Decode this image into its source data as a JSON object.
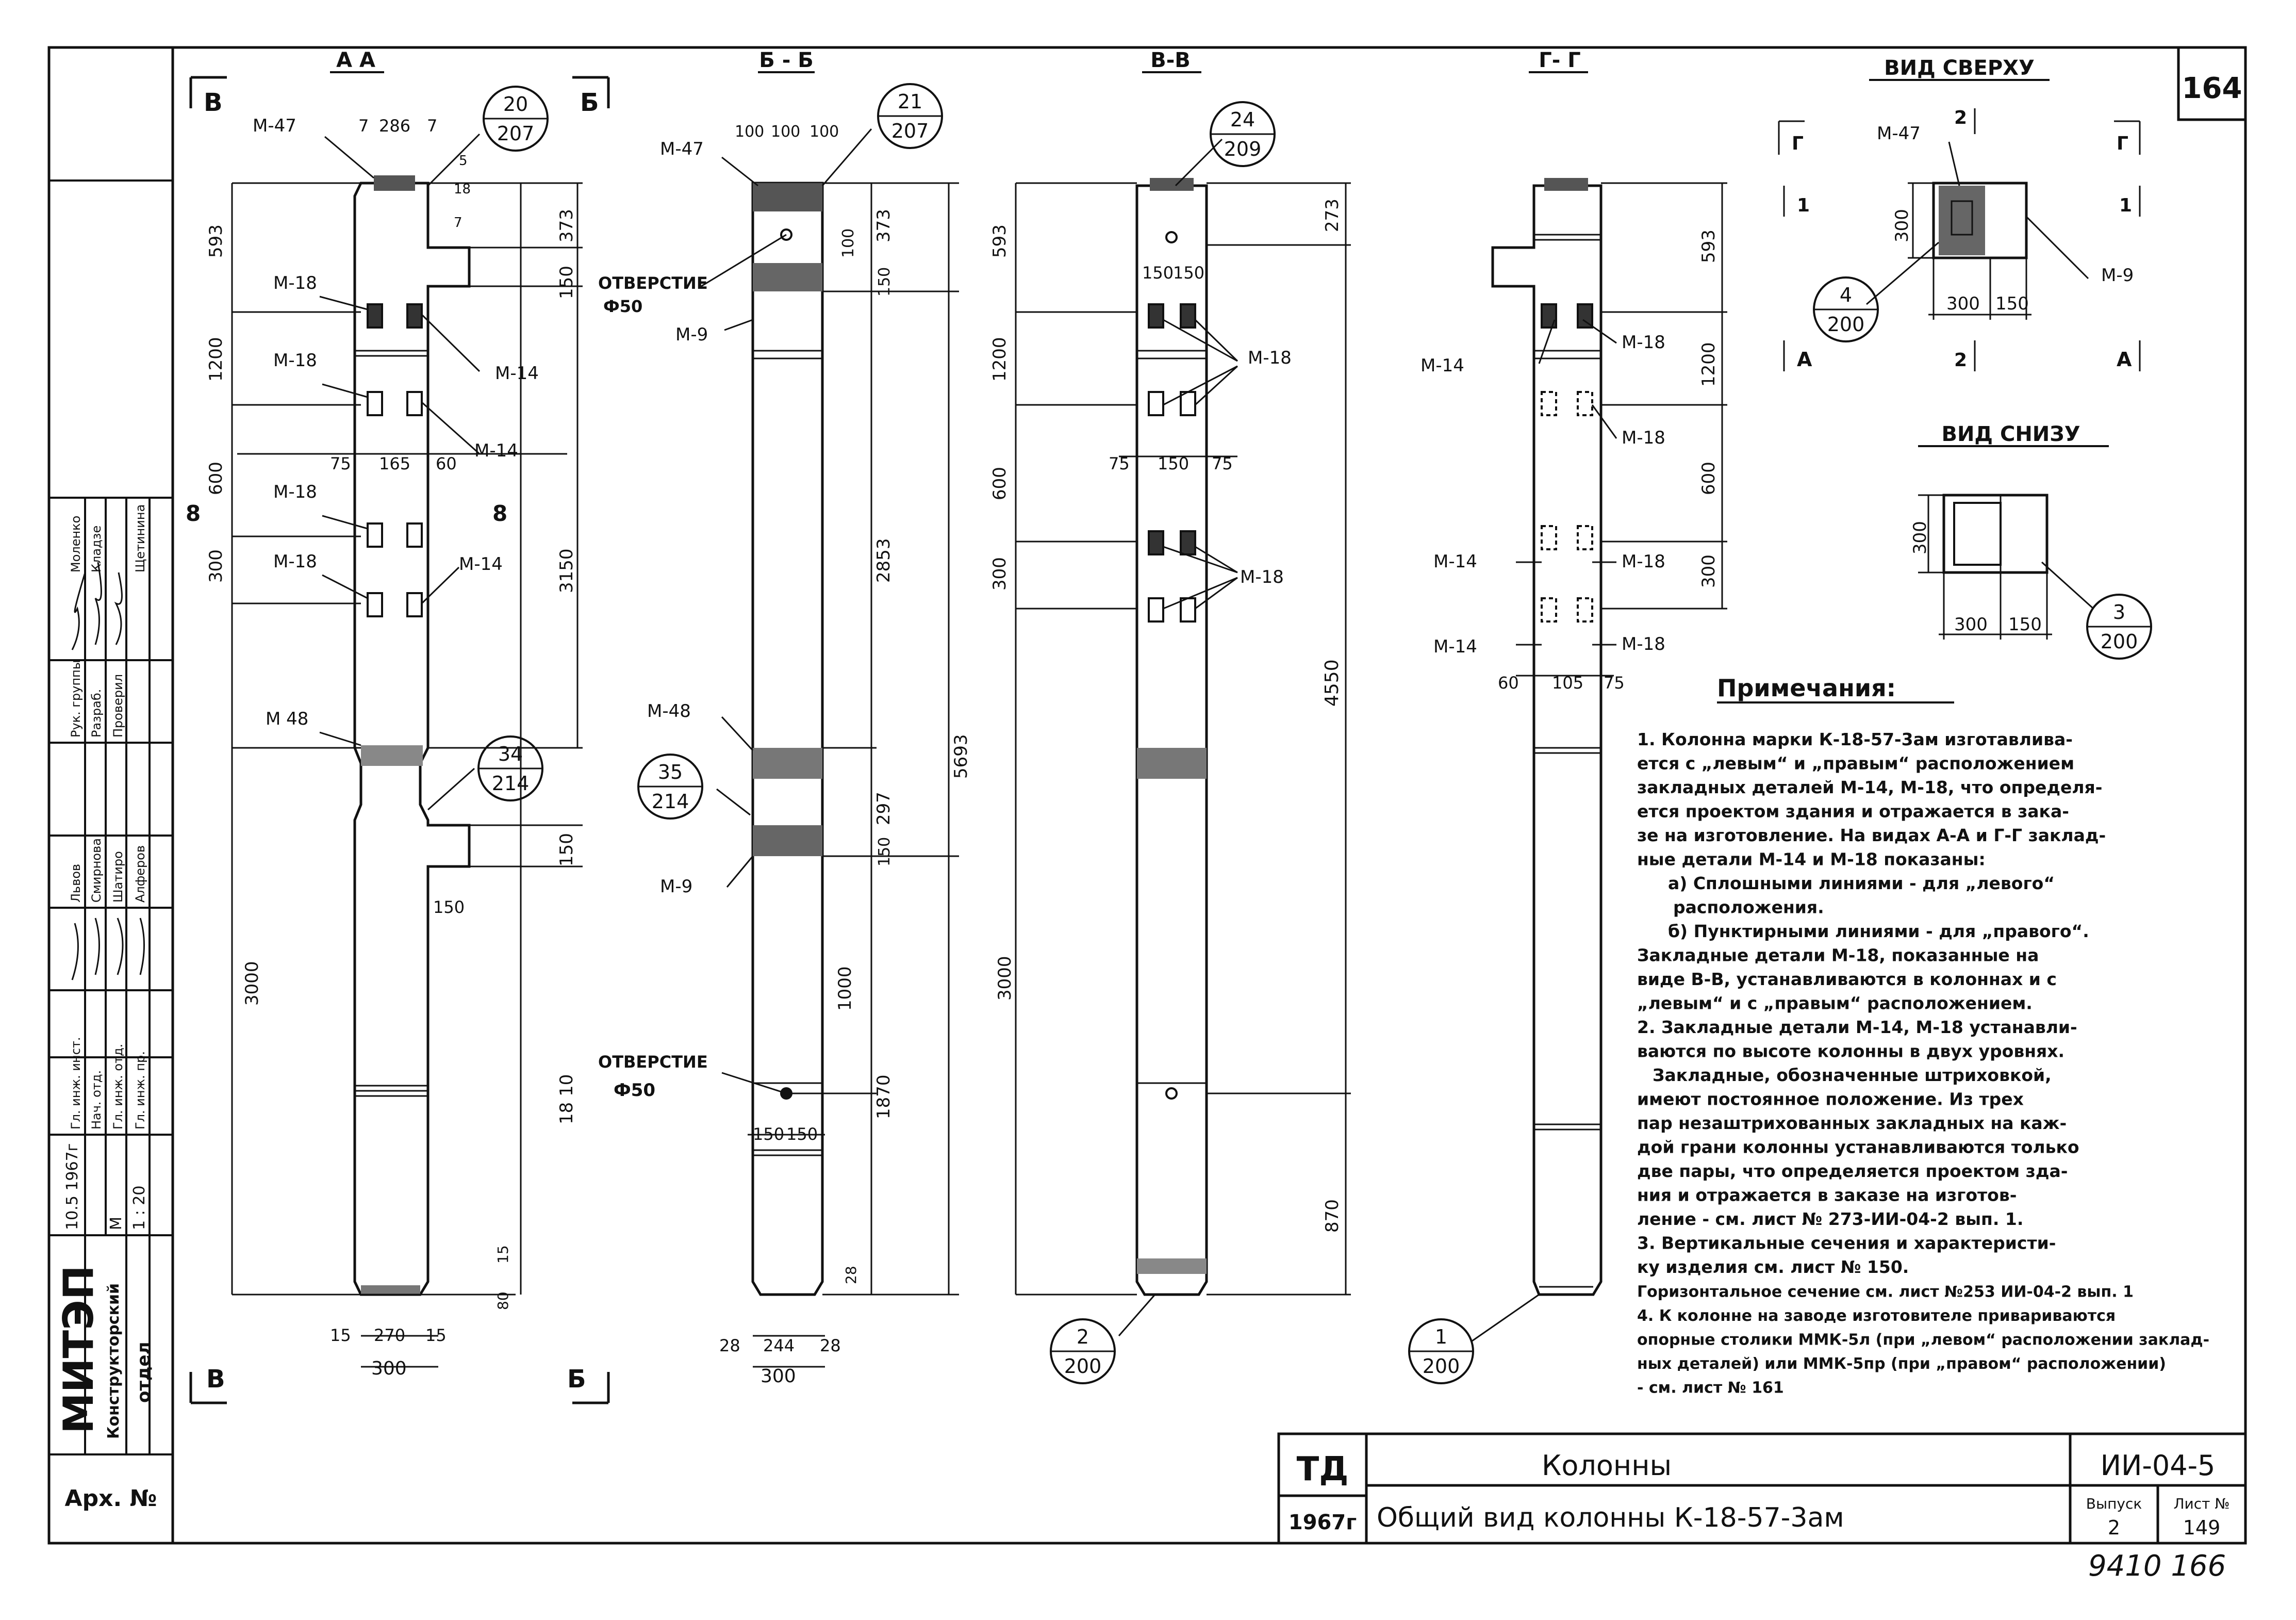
{
  "sheet_number": "164",
  "handwritten_number": "9410 166",
  "sections": {
    "aa": {
      "title": "А А",
      "callout_top": {
        "num": "20",
        "sheet": "207"
      },
      "callout_bottom": {
        "num": "34",
        "sheet": "214"
      },
      "labels": {
        "m47": "М-47",
        "m18": "М-18",
        "m14": "М-14",
        "m48": "М 48"
      },
      "dims": {
        "w7a": "7",
        "w286": "286",
        "w7b": "7",
        "d5": "5",
        "d18": "18",
        "d7": "7",
        "v593": "593",
        "v1200": "1200",
        "v600": "600",
        "v300": "300",
        "v3000": "3000",
        "v373": "373",
        "v150": "150",
        "v3150": "3150",
        "v150b": "150",
        "v1810": "18 10",
        "h75": "75",
        "h165": "165",
        "h60": "60",
        "h150": "150",
        "v15": "15",
        "v80": "80",
        "b15a": "15",
        "b270": "270",
        "b15b": "15",
        "b300": "300"
      },
      "cut_mark": "8"
    },
    "bb": {
      "title": "Б - Б",
      "callout_top": {
        "num": "21",
        "sheet": "207"
      },
      "callout_mid": {
        "num": "35",
        "sheet": "214"
      },
      "labels": {
        "m47": "М-47",
        "m9a": "М-9",
        "m48": "М-48",
        "m9b": "М-9",
        "hole1": "ОТВЕРСТИЕ",
        "hole1d": "Ф50",
        "hole2": "ОТВЕРСТИЕ",
        "hole2d": "Ф50"
      },
      "dims": {
        "w100a": "100",
        "w100b": "100",
        "w100c": "100",
        "v373": "373",
        "v150": "150",
        "v100": "100",
        "v2853": "2853",
        "v297": "297",
        "v150b": "150",
        "v5693": "5693",
        "v1000": "1000",
        "v1870": "1870",
        "h150a": "150",
        "h150b": "150",
        "v28": "28",
        "b28a": "28",
        "b244": "244",
        "b28b": "28",
        "b300": "300"
      }
    },
    "vv": {
      "title": "В-В",
      "callout_top": {
        "num": "24",
        "sheet": "209"
      },
      "callout_bottom": {
        "num": "2",
        "sheet": "200"
      },
      "labels": {
        "m18a": "М-18",
        "m18b": "М-18"
      },
      "dims": {
        "v593": "593",
        "v1200": "1200",
        "v600": "600",
        "v300": "300",
        "v3000": "3000",
        "h150a": "150",
        "h150b": "150",
        "h75a": "75",
        "h150c": "150",
        "h75b": "75",
        "v273": "273",
        "v4550": "4550",
        "v870": "870"
      }
    },
    "gg": {
      "title": "Г- Г",
      "callout_bottom": {
        "num": "1",
        "sheet": "200"
      },
      "labels": {
        "m14a": "М-14",
        "m18a": "М-18",
        "m18b": "М-18",
        "m14b": "М-14",
        "m18c": "М-18",
        "m14c": "М-14",
        "m18d": "М-18"
      },
      "dims": {
        "v593": "593",
        "v1200": "1200",
        "v600": "600",
        "v300": "300",
        "h60": "60",
        "h105": "105",
        "h75": "75"
      }
    }
  },
  "top_view": {
    "title": "ВИД СВЕРХУ",
    "labels": {
      "m47": "М-47",
      "m9": "М-9",
      "g1": "Г",
      "g2": "Г",
      "n1a": "1",
      "n1b": "1",
      "n2a": "2",
      "n2b": "2",
      "aa1": "А",
      "aa2": "А"
    },
    "dims": {
      "v300": "300",
      "h300": "300",
      "h150": "150"
    },
    "callout": {
      "num": "4",
      "sheet": "200"
    }
  },
  "bottom_view": {
    "title": "ВИД СНИЗУ",
    "dims": {
      "v300": "300",
      "h300": "300",
      "h150": "150"
    },
    "callout": {
      "num": "3",
      "sheet": "200"
    }
  },
  "section_marks": {
    "v_left_top": "В",
    "b_right_top": "Б",
    "v_left_bottom": "В",
    "b_right_bottom": "Б"
  },
  "notes": {
    "title": "Примечания:",
    "lines": [
      "1. Колонна марки К-18-57-3ам изготавлива-",
      "ется с „левым“ и „правым“ расположением",
      "закладных деталей М-14, М-18, что определя-",
      "ется проектом здания и отражается в зака-",
      "зе на изготовление. На видах А-А и Г-Г заклад-",
      "ные детали М-14 и М-18 показаны:",
      "а) Сплошными линиями - для „левого“",
      "расположения.",
      "б) Пунктирными линиями - для „правого“.",
      "Закладные детали М-18, показанные на",
      "виде В-В, устанавливаются в колоннах и с",
      "„левым“ и с „правым“ расположением.",
      "2. Закладные детали М-14, М-18 устанавли-",
      "ваются по высоте колонны в двух уровнях.",
      "Закладные, обозначенные штриховкой,",
      "имеют постоянное положение. Из трех",
      "пар незаштрихованных закладных на каж-",
      "дой грани колонны устанавливаются только",
      "две пары, что определяется проектом зда-",
      "ния и отражается в заказе на изготов-",
      "ление - см. лист № 273-ИИ-04-2 вып. 1.",
      "3. Вертикальные сечения и характеристи-",
      "ку изделия см. лист № 150.",
      "Горизонтальное сечение см. лист №253 ИИ-04-2 вып. 1",
      "4. К колонне на заводе изготовителе привариваются",
      "опорные столики ММК-5л (при „левом“ расположении заклад-",
      "ных деталей) или ММК-5пр (при „правом“ расположении)",
      "- см. лист № 161"
    ]
  },
  "title_block": {
    "td": "ТД",
    "year": "1967г",
    "subject": "Колонны",
    "title": "Общий вид колонны К-18-57-3ам",
    "code": "ИИ-04-5",
    "issue_label": "Выпуск",
    "issue": "2",
    "sheet_label": "Лист №",
    "sheet": "149"
  },
  "left_stamp": {
    "org1": "МИТЭП",
    "org2": "Конструкторский",
    "org3": "отдел",
    "arch": "Арх. №",
    "date": "10.5 1967г",
    "scale_label": "М",
    "scale": "1 : 20",
    "roles": [
      "Гл. инж. инст.",
      "Нач. отд.",
      "Гл. инж. отд.",
      "Гл. инж. пр.",
      "Рук. группы",
      "Разраб.",
      "Проверил"
    ],
    "names": [
      "Львов",
      "Смирнова",
      "Шатиро",
      "Алферов",
      "Моленко",
      "Кладзе",
      "Щетинина"
    ]
  }
}
